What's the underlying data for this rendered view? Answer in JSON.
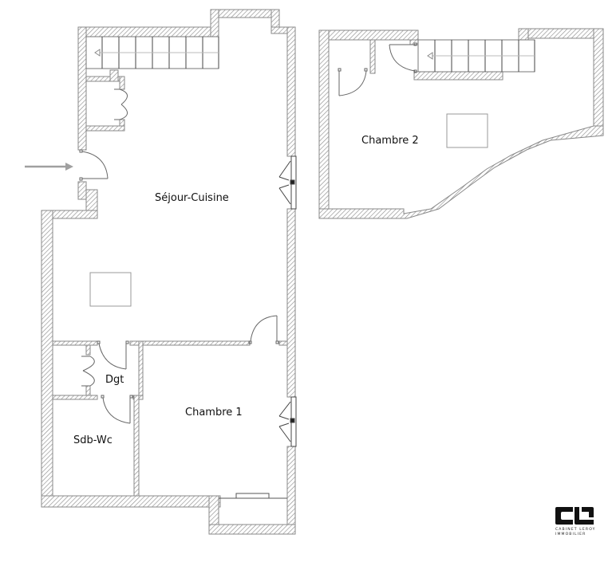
{
  "plan": {
    "rooms": [
      {
        "id": "sejour-cuisine",
        "label": "Séjour-Cuisine"
      },
      {
        "id": "chambre-1",
        "label": "Chambre 1"
      },
      {
        "id": "chambre-2",
        "label": "Chambre 2"
      },
      {
        "id": "dgt",
        "label": "Dgt"
      },
      {
        "id": "sdb-wc",
        "label": "Sdb-Wc"
      }
    ],
    "entrance": {
      "icon": "entrance-arrow-icon"
    },
    "colors": {
      "wall_stroke": "#8a8a8a",
      "hatch": "#9a9a9a",
      "line": "#555555",
      "arrow": "#a0a0a0"
    }
  },
  "logo": {
    "mark": "CL",
    "line1": "CABINET LEROY",
    "line2": "IMMOBILIER"
  }
}
